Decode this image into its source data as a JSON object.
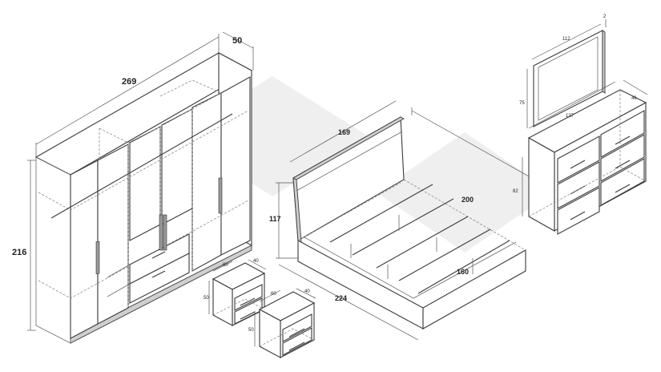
{
  "wardrobe": {
    "width": "269",
    "depth": "50",
    "height": "216"
  },
  "bed": {
    "width": "169",
    "length": "200",
    "headboard_height": "117",
    "overall_length": "224",
    "mattress_width": "160"
  },
  "mirror": {
    "width": "112",
    "height": "75",
    "thickness": "2"
  },
  "dresser": {
    "width": "137",
    "depth": "46",
    "height": "82"
  },
  "nightstand_1": {
    "width": "60",
    "depth": "40",
    "height": "50"
  },
  "nightstand_2": {
    "width": "60",
    "depth": "40",
    "height": "50"
  },
  "colors": {
    "line": "#3a3a3a",
    "edge": "#cfcfcf",
    "watermark": "#ececec"
  }
}
